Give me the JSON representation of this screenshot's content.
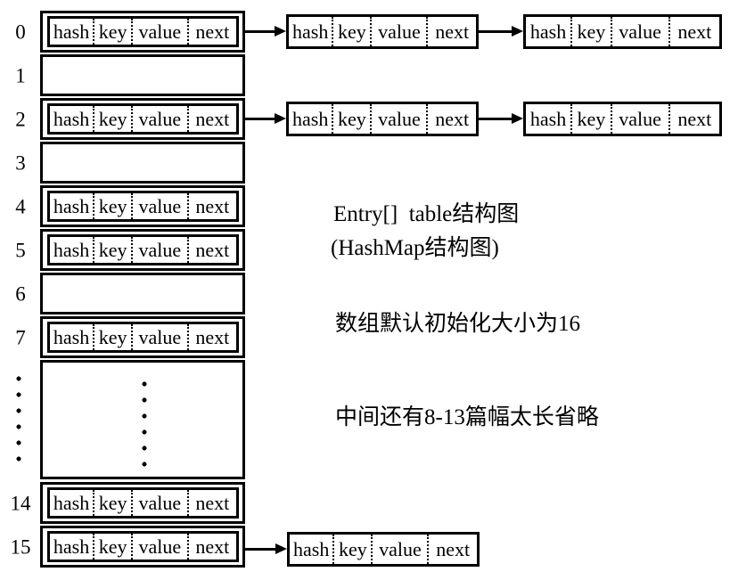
{
  "diagram": {
    "kind": "hashmap-structure",
    "colors": {
      "ink": "#000000",
      "background": "#ffffff"
    }
  },
  "entry": {
    "fields": [
      "hash",
      "key",
      "value",
      "next"
    ]
  },
  "array": {
    "rows": [
      {
        "index": "0",
        "occupied": true,
        "chain_length": 2
      },
      {
        "index": "1",
        "occupied": false,
        "chain_length": 0
      },
      {
        "index": "2",
        "occupied": true,
        "chain_length": 2
      },
      {
        "index": "3",
        "occupied": false,
        "chain_length": 0
      },
      {
        "index": "4",
        "occupied": true,
        "chain_length": 0
      },
      {
        "index": "5",
        "occupied": true,
        "chain_length": 0
      },
      {
        "index": "6",
        "occupied": false,
        "chain_length": 0
      },
      {
        "index": "7",
        "occupied": true,
        "chain_length": 0
      },
      {
        "index": "14",
        "occupied": true,
        "chain_length": 0
      },
      {
        "index": "15",
        "occupied": true,
        "chain_length": 1
      }
    ]
  },
  "annotations": {
    "title_line1": "Entry[]  table结构图",
    "title_line2": "(HashMap结构图)",
    "default_size_note": "数组默认初始化大小为16",
    "omitted_note": "中间还有8-13篇幅太长省略"
  }
}
